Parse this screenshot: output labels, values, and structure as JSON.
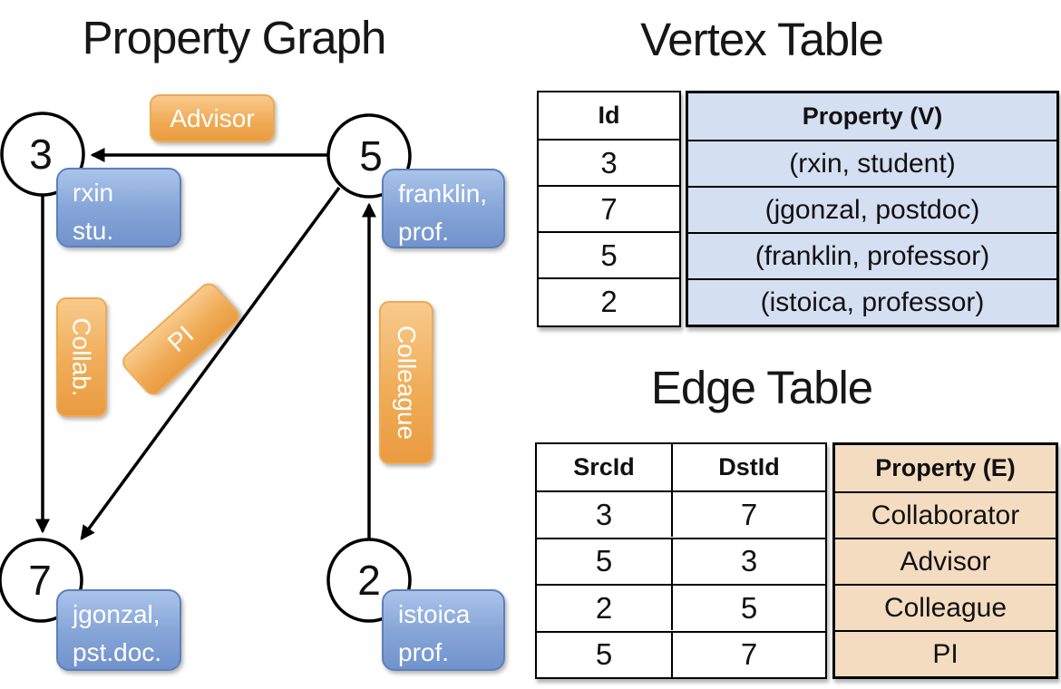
{
  "graph": {
    "title": "Property Graph",
    "nodes": [
      {
        "id": "3"
      },
      {
        "id": "5"
      },
      {
        "id": "7"
      },
      {
        "id": "2"
      }
    ],
    "vertex_labels": [
      {
        "line1": "rxin",
        "line2": "stu."
      },
      {
        "line1": "franklin,",
        "line2": "prof."
      },
      {
        "line1": "jgonzal,",
        "line2": "pst.doc."
      },
      {
        "line1": "istoica",
        "line2": "prof."
      }
    ],
    "edge_labels": [
      {
        "text": "Advisor"
      },
      {
        "text": "Collab."
      },
      {
        "text": "PI"
      },
      {
        "text": "Colleague"
      }
    ]
  },
  "vertex_table": {
    "title": "Vertex Table",
    "headers": {
      "id": "Id",
      "property": "Property (V)"
    },
    "rows": [
      {
        "id": "3",
        "property": "(rxin, student)"
      },
      {
        "id": "7",
        "property": "(jgonzal, postdoc)"
      },
      {
        "id": "5",
        "property": "(franklin, professor)"
      },
      {
        "id": "2",
        "property": "(istoica, professor)"
      }
    ]
  },
  "edge_table": {
    "title": "Edge Table",
    "headers": {
      "src": "SrcId",
      "dst": "DstId",
      "property": "Property (E)"
    },
    "rows": [
      {
        "src": "3",
        "dst": "7",
        "property": "Collaborator"
      },
      {
        "src": "5",
        "dst": "3",
        "property": "Advisor"
      },
      {
        "src": "2",
        "dst": "5",
        "property": "Colleague"
      },
      {
        "src": "5",
        "dst": "7",
        "property": "PI"
      }
    ]
  },
  "colors": {
    "edge_label_orange": "#ec9f45",
    "vertex_label_blue": "#7d9ed4",
    "vertex_property_bg": "#d5dff2",
    "edge_property_bg": "#f4dcc1",
    "line_black": "#000000"
  }
}
